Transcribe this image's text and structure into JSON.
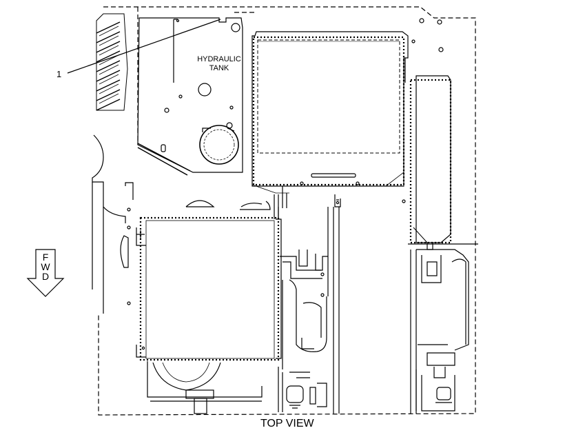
{
  "diagram": {
    "tank_label_line1": "HYDRAULIC",
    "tank_label_line2": "TANK",
    "callout_number": "1",
    "view_label": "TOP VIEW",
    "fwd_letters": [
      "F",
      "W",
      "D"
    ]
  }
}
